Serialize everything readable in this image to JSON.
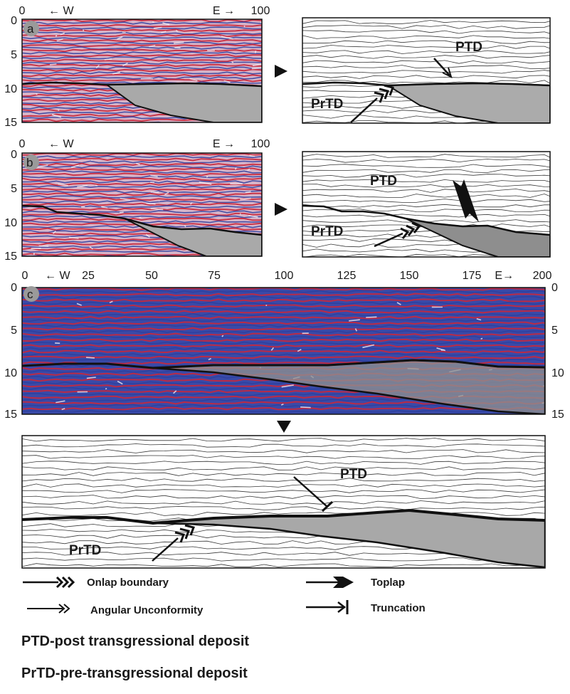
{
  "panels": {
    "a": {
      "letter": "a",
      "x_left": "0",
      "x_right": "100",
      "dir_w": "W",
      "dir_e": "E",
      "depths": [
        "0",
        "5",
        "10",
        "15"
      ]
    },
    "b": {
      "letter": "b",
      "x_left": "0",
      "x_right": "100",
      "dir_w": "W",
      "dir_e": "E",
      "depths": [
        "0",
        "5",
        "10",
        "15"
      ]
    },
    "c": {
      "letter": "c",
      "x_ticks": [
        "0",
        "25",
        "50",
        "75",
        "100",
        "125",
        "150",
        "175",
        "200"
      ],
      "dir_w": "W",
      "dir_e": "E",
      "depths": [
        "0",
        "5",
        "10",
        "15"
      ]
    }
  },
  "units": {
    "ptd": "PTD",
    "prtd": "PrTD"
  },
  "legend": {
    "onlap": "Onlap boundary",
    "toplap": "Toplap",
    "angular": "Angular Unconformity",
    "truncation": "Truncation"
  },
  "footnotes": {
    "ptd": "PTD-post transgressional deposit",
    "prtd": "PrTD-pre-transgressional deposit"
  },
  "colors": {
    "seismic_red": "#c8283c",
    "seismic_blue": "#2b3fa0",
    "seismic_white": "#f4eef4",
    "deposit_fill": "#a9a9a9",
    "line": "#111111"
  }
}
